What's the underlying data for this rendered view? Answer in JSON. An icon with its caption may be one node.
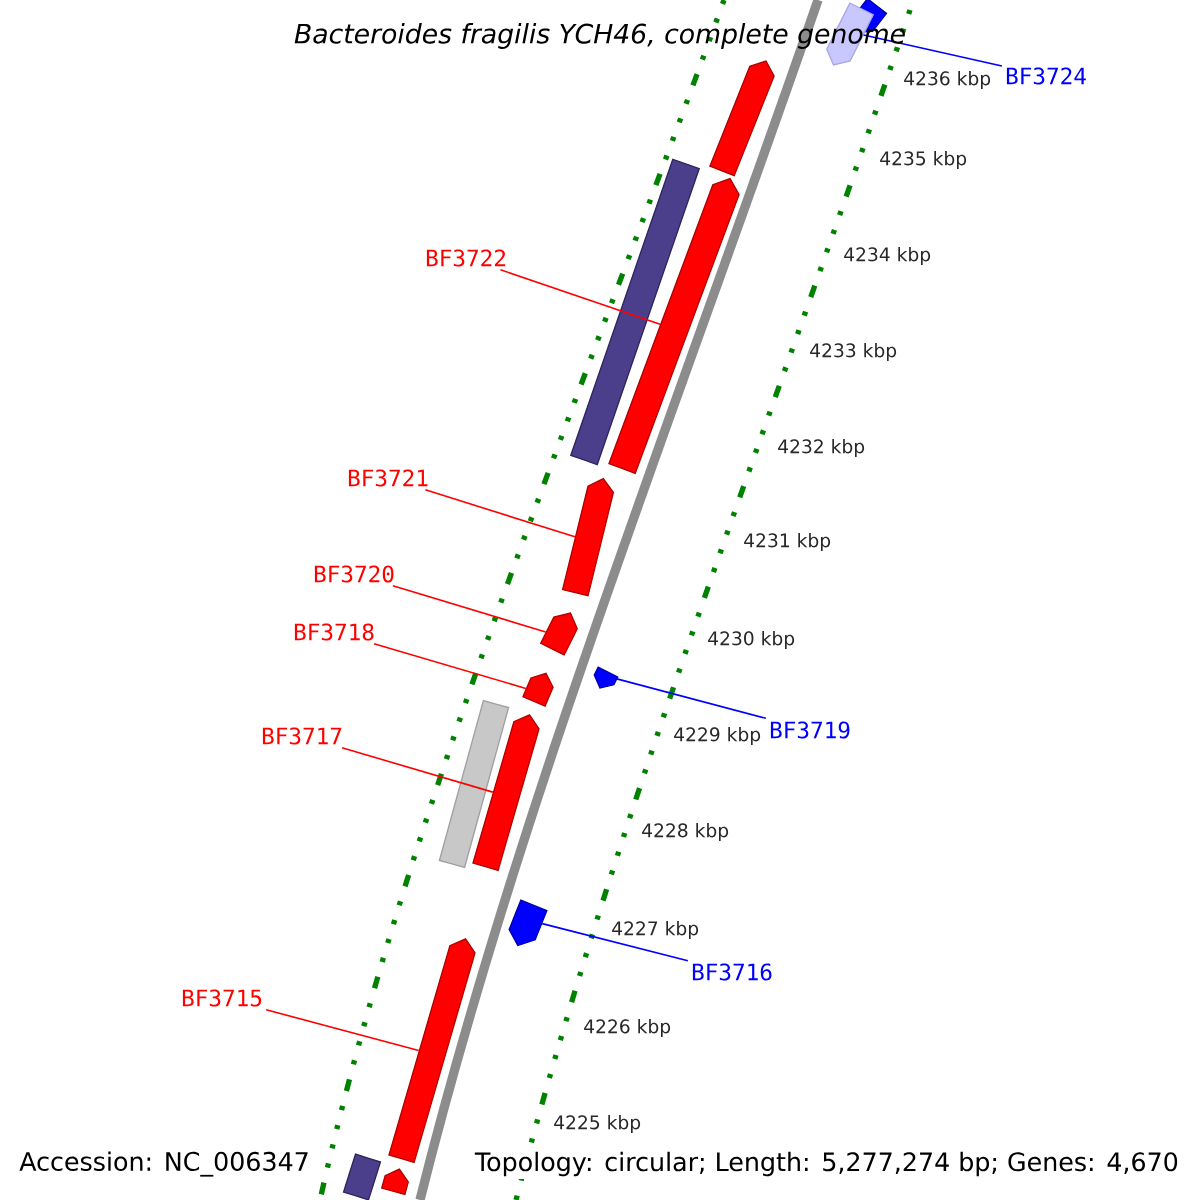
{
  "diagram": {
    "title": "Bacteroides fragilis YCH46, complete genome",
    "nodes": [
      {
        "text": [
          "BF3724"
        ]
      },
      {
        "text": [
          "BF3722"
        ]
      },
      {
        "text": [
          "BF3721"
        ]
      },
      {
        "text": [
          "BF3720"
        ]
      },
      {
        "text": [
          "BF3718"
        ]
      },
      {
        "text": [
          "BF3717"
        ]
      },
      {
        "text": [
          "BF3719"
        ]
      },
      {
        "text": [
          "BF3716"
        ]
      },
      {
        "text": [
          "BF3715"
        ]
      },
      {
        "text": [],
        "shape": "bar"
      },
      {
        "text": [],
        "shape": "bar"
      },
      {
        "text": [],
        "shape": "bar"
      },
      {
        "text": [],
        "shape": "bar"
      },
      {
        "text": [],
        "shape": "bar"
      },
      {
        "text": [],
        "shape": "bar"
      },
      {
        "text": [],
        "shape": "bar"
      },
      {
        "text": [],
        "shape": "bar"
      },
      {
        "text": [],
        "shape": "bar"
      },
      {
        "text": [],
        "shape": "bar"
      },
      {
        "text": [],
        "shape": "bar"
      },
      {
        "text": [],
        "shape": "bar"
      },
      {
        "text": [],
        "shape": "bar"
      },
      {
        "text": [],
        "shape": "bar"
      },
      {
        "text": [],
        "shape": "bar"
      }
    ],
    "edges": [
      {
        "from": 0,
        "to": 10,
        "arrow": "none",
        "color": "#0000ff"
      },
      {
        "from": 1,
        "to": 13,
        "arrow": "none"
      },
      {
        "from": 2,
        "to": 14,
        "arrow": "none"
      },
      {
        "from": 3,
        "to": 15,
        "arrow": "none"
      },
      {
        "from": 4,
        "to": 17,
        "arrow": "none"
      },
      {
        "from": 5,
        "to": 19,
        "arrow": "none"
      },
      {
        "from": 6,
        "to": 16,
        "arrow": "none",
        "color": "#0000ff"
      },
      {
        "from": 7,
        "to": 20,
        "arrow": "none",
        "color": "#0000ff"
      },
      {
        "from": 8,
        "to": 21,
        "arrow": "none"
      }
    ],
    "labels": [
      "4236 kbp",
      "4235 kbp",
      "4234 kbp",
      "4233 kbp",
      "4232 kbp",
      "4231 kbp",
      "4230 kbp",
      "4229 kbp",
      "4228 kbp",
      "4227 kbp",
      "4226 kbp",
      "4225 kbp",
      "Accession: NC_006347",
      "Topology: circular; Length: 5,277,274 bp; Genes: 4,670"
    ]
  }
}
